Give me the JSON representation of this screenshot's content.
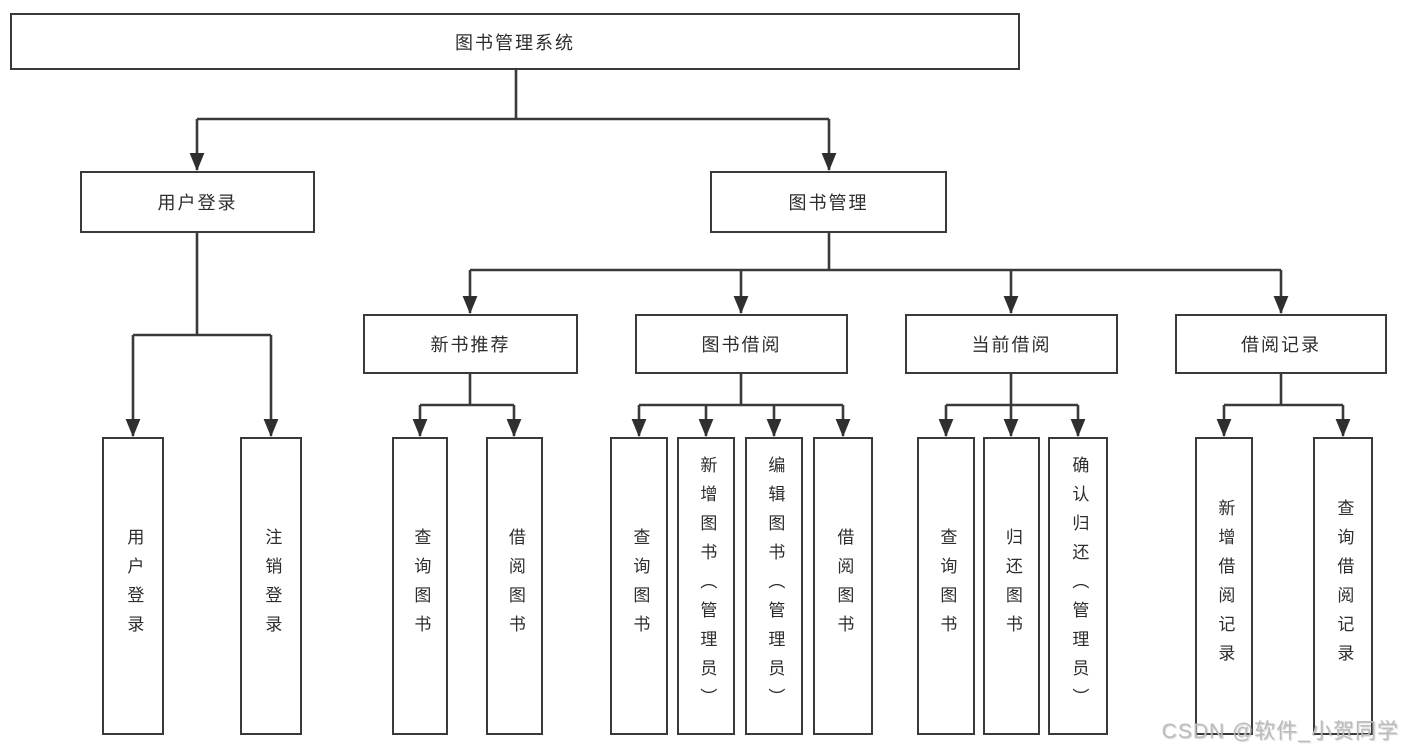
{
  "diagram": {
    "title": "图书管理系统",
    "watermark": "CSDN @软件_小贺同学",
    "colors": {
      "background": "#ffffff",
      "box_border": "#3a3a3a",
      "line": "#3a3a3a",
      "text": "#2d2d2d",
      "watermark": "#bcbcbc"
    }
  },
  "nodes": {
    "root": {
      "label": "图书管理系统"
    },
    "user_login": {
      "label": "用户登录"
    },
    "book_mgmt": {
      "label": "图书管理"
    },
    "new_book_rec": {
      "label": "新书推荐"
    },
    "book_borrow": {
      "label": "图书借阅"
    },
    "current_borrow": {
      "label": "当前借阅"
    },
    "borrow_record": {
      "label": "借阅记录"
    },
    "leaf_user_login": {
      "label": "用户登录"
    },
    "leaf_logout": {
      "label": "注销登录"
    },
    "leaf_rec_query": {
      "label": "查询图书"
    },
    "leaf_rec_borrow": {
      "label": "借阅图书"
    },
    "leaf_bb_query": {
      "label": "查询图书"
    },
    "leaf_bb_add": {
      "label": "新增图书（管理员）"
    },
    "leaf_bb_edit": {
      "label": "编辑图书（管理员）"
    },
    "leaf_bb_borrow": {
      "label": "借阅图书"
    },
    "leaf_cb_query": {
      "label": "查询图书"
    },
    "leaf_cb_return": {
      "label": "归还图书"
    },
    "leaf_cb_confirm": {
      "label": "确认归还（管理员）"
    },
    "leaf_br_add": {
      "label": "新增借阅记录"
    },
    "leaf_br_query": {
      "label": "查询借阅记录"
    }
  },
  "hierarchy": {
    "图书管理系统": [
      "用户登录",
      "图书管理"
    ],
    "用户登录": [
      "用户登录",
      "注销登录"
    ],
    "图书管理": [
      "新书推荐",
      "图书借阅",
      "当前借阅",
      "借阅记录"
    ],
    "新书推荐": [
      "查询图书",
      "借阅图书"
    ],
    "图书借阅": [
      "查询图书",
      "新增图书（管理员）",
      "编辑图书（管理员）",
      "借阅图书"
    ],
    "当前借阅": [
      "查询图书",
      "归还图书",
      "确认归还（管理员）"
    ],
    "借阅记录": [
      "新增借阅记录",
      "查询借阅记录"
    ]
  }
}
